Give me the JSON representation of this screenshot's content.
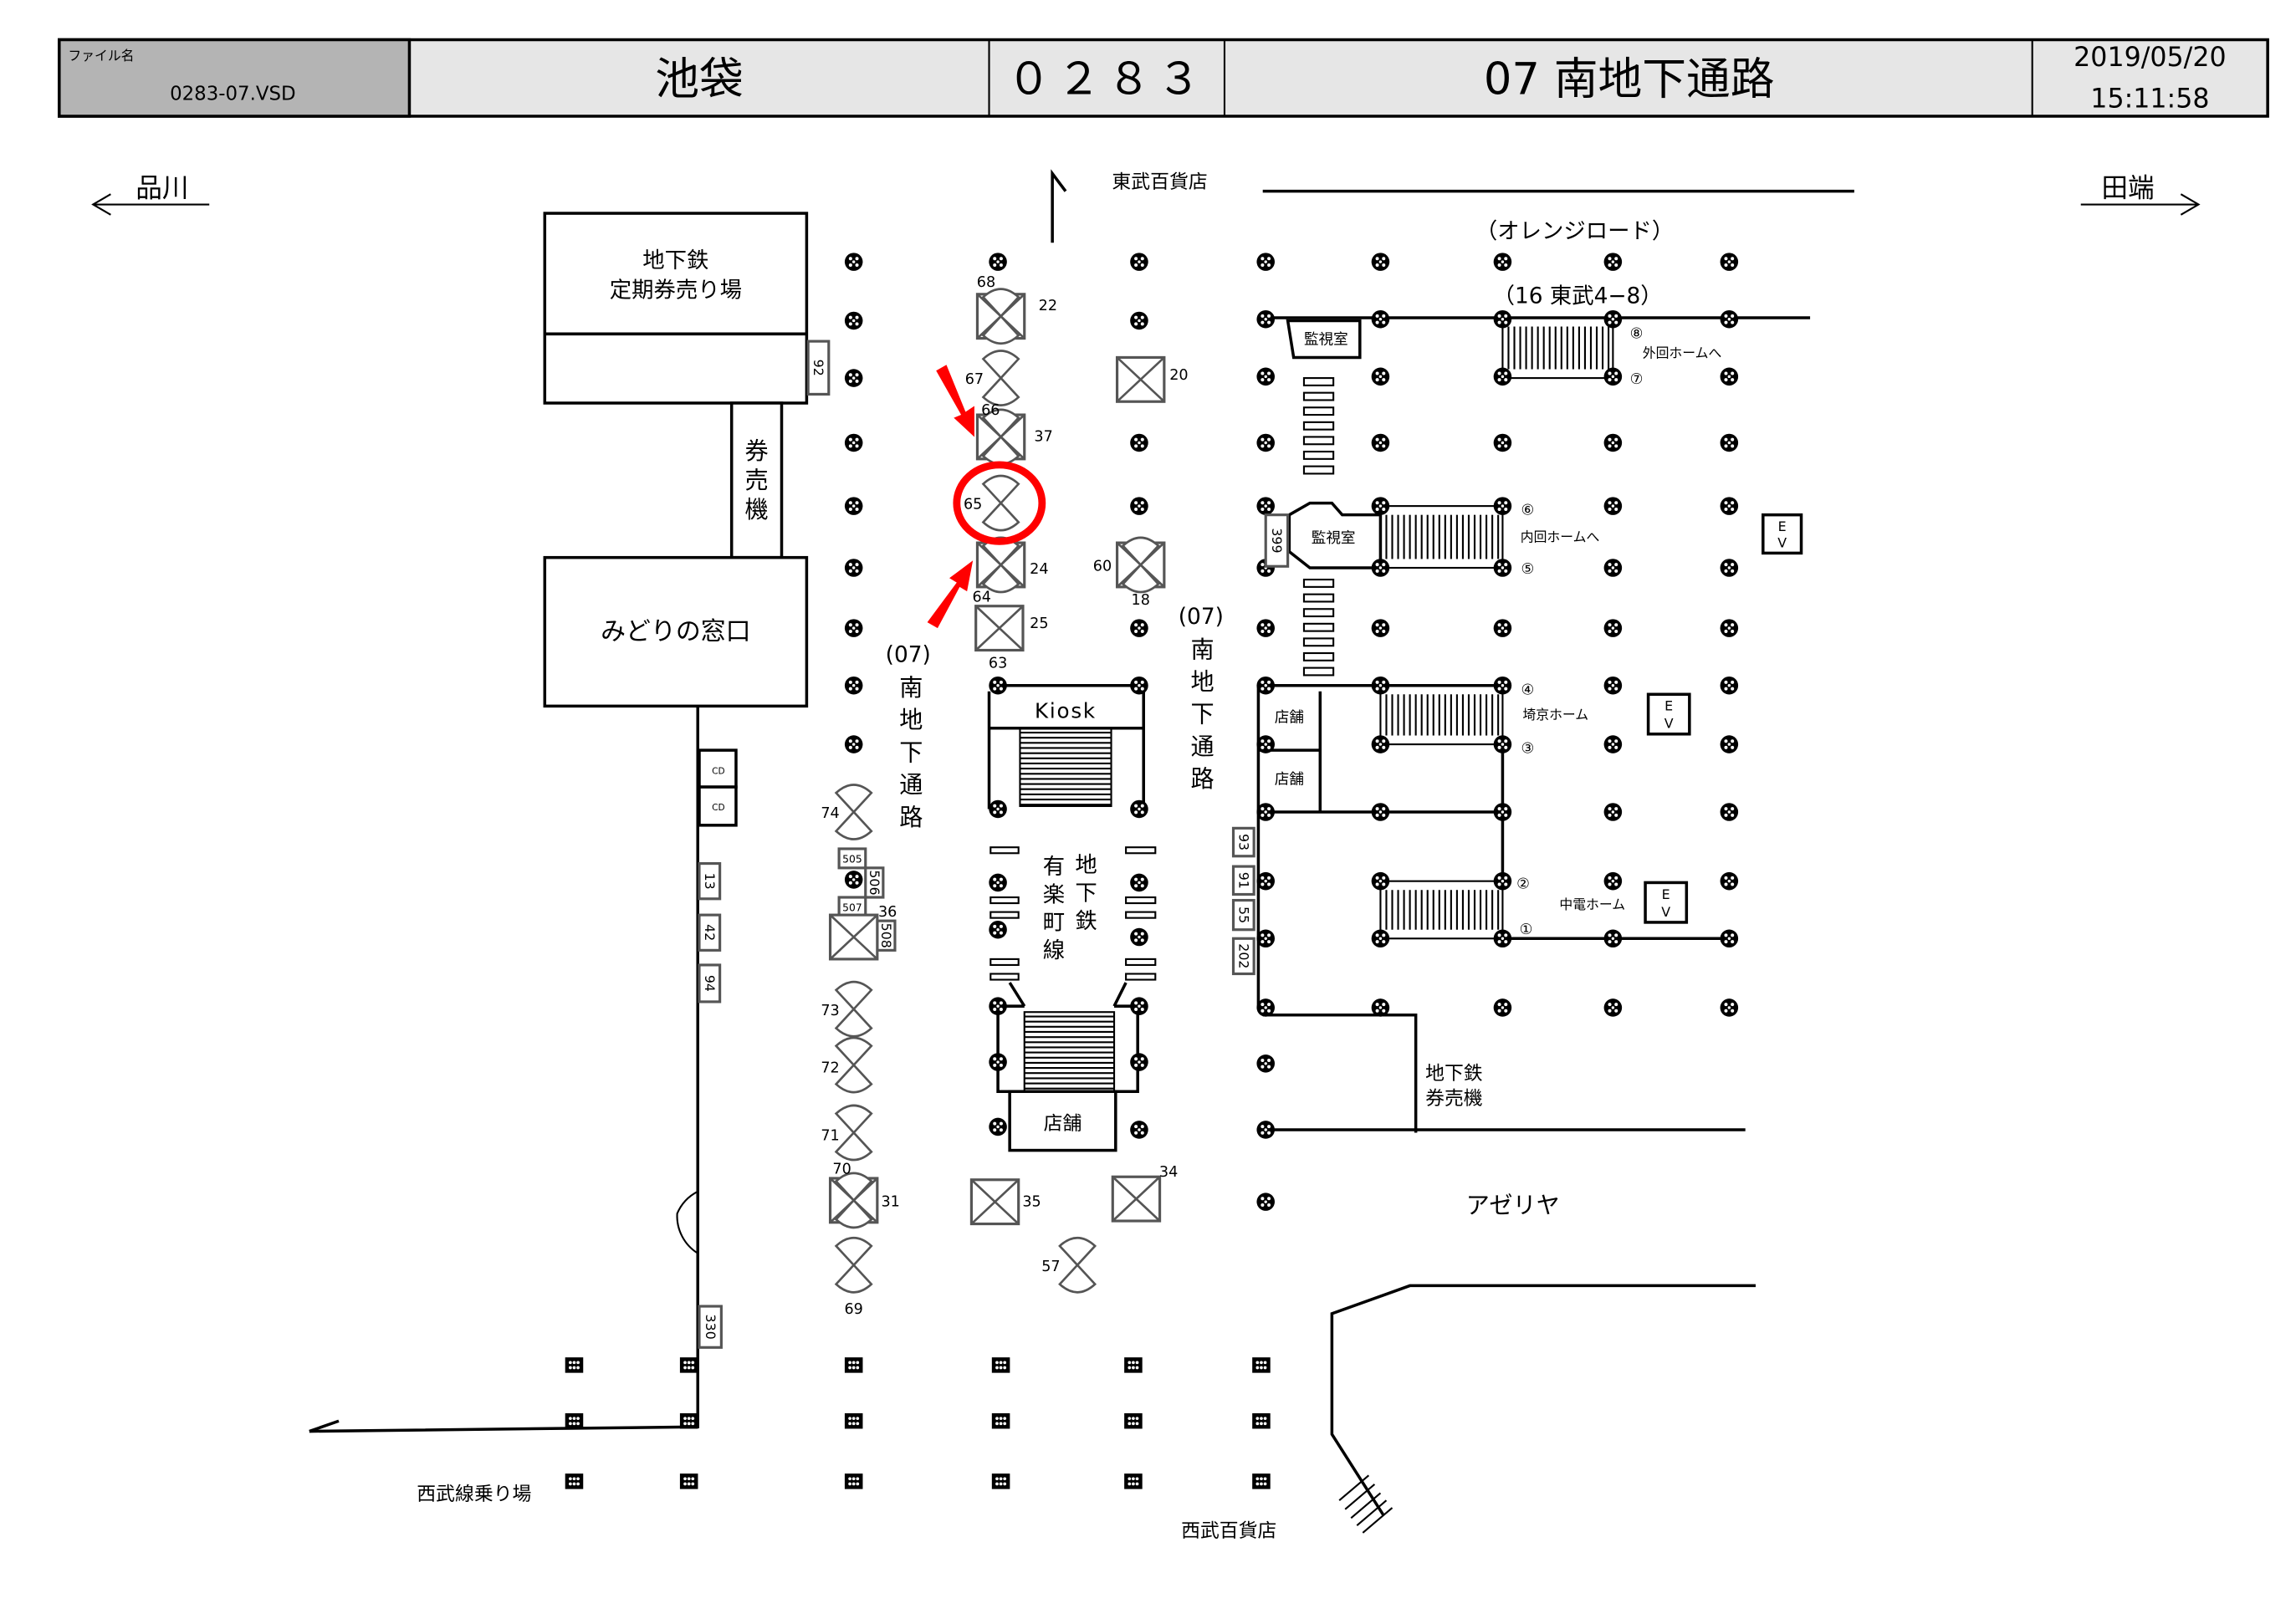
{
  "header": {
    "filename_label": "ファイル名",
    "filename": "0283-07.VSD",
    "station": "池袋",
    "code": "０２８３",
    "area": "07 南地下通路",
    "date": "2019/05/20",
    "time": "15:11:58"
  },
  "directions": {
    "left": "品川",
    "right": "田端"
  },
  "labels": {
    "tobu_dept": "東武百貨店",
    "orange_road": "（オレンジロード）",
    "tobu_line": "（16 東武4−8）",
    "monitor_room": "監視室",
    "outer_home": "外回ホームへ",
    "inner_home": "内回ホームへ",
    "saikyo_home": "埼京ホーム",
    "chuden_home": "中電ホーム",
    "ev": [
      "E",
      "V"
    ],
    "shop": "店舗",
    "kiosk": "Kiosk",
    "subway_pass_1": "地下鉄",
    "subway_pass_2": "定期券売り場",
    "ticket_machine": [
      "券",
      "売",
      "機"
    ],
    "midori": "みどりの窓口",
    "passage_num": "(07)",
    "passage_name": [
      "南",
      "地",
      "下",
      "通",
      "路"
    ],
    "yurakucho_a": [
      "地",
      "下",
      "鉄"
    ],
    "yurakucho_b": [
      "有",
      "楽",
      "町",
      "線"
    ],
    "subway_ticket_1": "地下鉄",
    "subway_ticket_2": "券売機",
    "azeriya": "アゼリヤ",
    "seibu_platform": "西武線乗り場",
    "seibu_dept": "西武百貨店",
    "cd": "CD",
    "circled": [
      "①",
      "②",
      "③",
      "④",
      "⑤",
      "⑥",
      "⑦",
      "⑧"
    ]
  },
  "wall_boxes": [
    "92",
    "13",
    "42",
    "94",
    "330",
    "399",
    "93",
    "91",
    "55",
    "202",
    "505",
    "506",
    "507",
    "508"
  ],
  "ad_labels": [
    "68",
    "22",
    "67",
    "66",
    "37",
    "65",
    "24",
    "64",
    "25",
    "63",
    "20",
    "60",
    "18",
    "74",
    "36",
    "73",
    "72",
    "71",
    "70",
    "31",
    "69",
    "35",
    "34",
    "57"
  ],
  "highlight": {
    "target": "65",
    "color": "#ff0000"
  }
}
